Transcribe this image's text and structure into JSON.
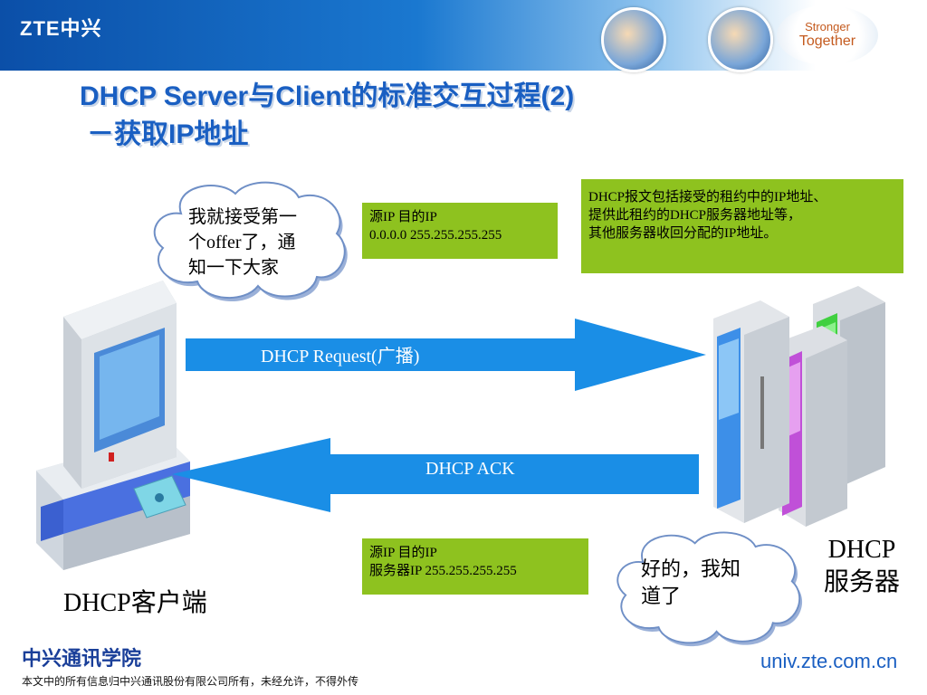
{
  "header": {
    "logo": "ZTE中兴",
    "tagline_line1": "Stronger",
    "tagline_line2": "Together"
  },
  "title": {
    "line1": "DHCP Server与Client的标准交互过程(2)",
    "line2": "－获取IP地址"
  },
  "client_bubble": {
    "line1": "我就接受第一",
    "line2": "个offer了，通",
    "line3": "知一下大家"
  },
  "request_packet": {
    "header": "源IP      目的IP",
    "values": "0.0.0.0   255.255.255.255"
  },
  "server_note": {
    "line1": "DHCP报文包括接受的租约中的IP地址、",
    "line2": "提供此租约的DHCP服务器地址等，",
    "line3": "其他服务器收回分配的IP地址。"
  },
  "arrows": {
    "request": "DHCP Request(广播)",
    "ack": "DHCP ACK"
  },
  "ack_packet": {
    "header": "源IP           目的IP",
    "values": "服务器IP   255.255.255.255"
  },
  "server_bubble": {
    "line1": "好的，我知",
    "line2": "道了"
  },
  "labels": {
    "client": "DHCP客户端",
    "server_line1": "DHCP",
    "server_line2": "服务器"
  },
  "footer": {
    "org": "中兴通讯学院",
    "note": "本文中的所有信息归中兴通讯股份有限公司所有，未经允许，不得外传",
    "url": "univ.zte.com.cn"
  },
  "colors": {
    "title": "#1a5fc2",
    "arrow": "#1a8ee6",
    "green_box": "#8ec21f",
    "header_blue": "#0b4fa8"
  }
}
